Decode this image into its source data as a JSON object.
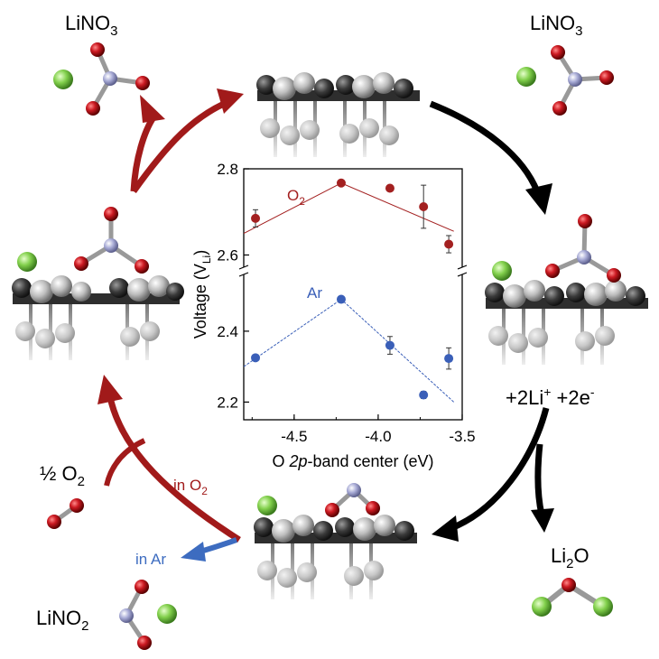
{
  "labels": {
    "top_left_formula": {
      "base": "LiNO",
      "sub": "3"
    },
    "top_right_formula": {
      "base": "LiNO",
      "sub": "3"
    },
    "electrons": {
      "pre": "+2Li",
      "sup1": "+",
      "mid": " +2e",
      "sup2": "-"
    },
    "li2o": {
      "pre": "Li",
      "sub": "2",
      "post": "O"
    },
    "half_o2": {
      "pre": "½ O",
      "sub": "2"
    },
    "in_o2": {
      "pre": "in O",
      "sub": "2"
    },
    "in_ar": "in Ar",
    "lino2": {
      "base": "LiNO",
      "sub": "2"
    }
  },
  "colors": {
    "red_arrow": "#a11a1a",
    "black_arrow": "#000000",
    "blue_arrow": "#3d6cc0",
    "oxygen": "#c0141c",
    "nitrogen": "#a3a6d0",
    "lithium": "#7fd04a",
    "o2_series": "#a32020",
    "ar_series": "#3a5fb8"
  },
  "chart_data": {
    "type": "scatter",
    "xlabel": {
      "pre": "O ",
      "italic": "2p",
      "post": "-band center (eV)"
    },
    "ylabel": {
      "pre": "Voltage (V",
      "sub": "Li",
      "post": ")"
    },
    "xlim": [
      -4.8,
      -3.5
    ],
    "x_ticks": [
      "-4.5",
      "-4.0",
      "-3.5"
    ],
    "x_tick_values": [
      -4.5,
      -4.0,
      -3.5
    ],
    "top_panel": {
      "ylim": [
        2.58,
        2.8
      ],
      "y_ticks": [
        "2.6",
        "2.8"
      ],
      "y_tick_values": [
        2.6,
        2.8
      ]
    },
    "bottom_panel": {
      "ylim": [
        2.15,
        2.55
      ],
      "y_ticks": [
        "2.2",
        "2.4"
      ],
      "y_tick_values": [
        2.2,
        2.4
      ]
    },
    "series": [
      {
        "name": "O2",
        "label": {
          "pre": "O",
          "sub": "2"
        },
        "panel": "top",
        "x": [
          -4.73,
          -4.22,
          -3.93,
          -3.73,
          -3.58
        ],
        "y": [
          2.685,
          2.767,
          2.755,
          2.712,
          2.625
        ],
        "err": [
          0.02,
          0,
          0,
          0.05,
          0.02
        ],
        "fit": [
          [
            -4.8,
            2.65
          ],
          [
            -4.22,
            2.767
          ],
          [
            -3.55,
            2.655
          ]
        ]
      },
      {
        "name": "Ar",
        "label": {
          "pre": "Ar",
          "sub": ""
        },
        "panel": "bottom",
        "x": [
          -4.73,
          -4.22,
          -3.93,
          -3.73,
          -3.58
        ],
        "y": [
          2.325,
          2.49,
          2.36,
          2.22,
          2.323
        ],
        "err": [
          0,
          0,
          0.025,
          0.01,
          0.03
        ],
        "fit": [
          [
            -4.8,
            2.3
          ],
          [
            -4.22,
            2.49
          ],
          [
            -3.55,
            2.2
          ]
        ]
      }
    ]
  }
}
